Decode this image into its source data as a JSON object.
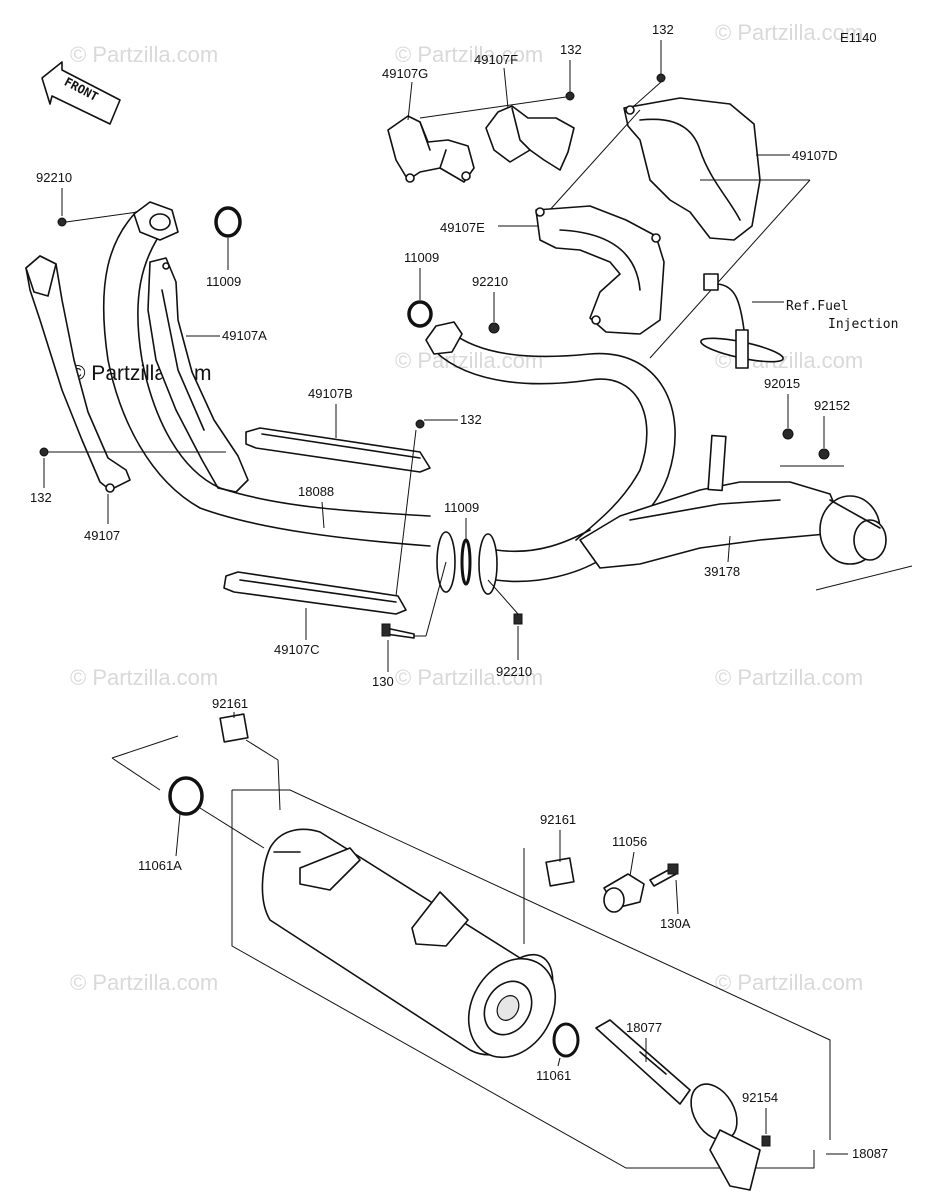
{
  "diagram_code": "E1140",
  "front_label": "FRONT",
  "watermark": "© Partzilla.com",
  "ref_note": [
    "Ref.Fuel",
    "Injection"
  ],
  "labels": {
    "l_132_top": "132",
    "l_49107G": "49107G",
    "l_49107F": "49107F",
    "l_132_b": "132",
    "l_49107D": "49107D",
    "l_49107E": "49107E",
    "l_92210_a": "92210",
    "l_11009_a": "11009",
    "l_49107A": "49107A",
    "l_11009_b": "11009",
    "l_92210_b": "92210",
    "l_49107B": "49107B",
    "l_132_c": "132",
    "l_92015": "92015",
    "l_92152": "92152",
    "l_132_d": "132",
    "l_49107": "49107",
    "l_18088": "18088",
    "l_11009_c": "11009",
    "l_39178": "39178",
    "l_49107C": "49107C",
    "l_130": "130",
    "l_92210_c": "92210",
    "l_92161_a": "92161",
    "l_11061A": "11061A",
    "l_92161_b": "92161",
    "l_11056": "11056",
    "l_130A": "130A",
    "l_18077": "18077",
    "l_11061": "11061",
    "l_92154": "92154",
    "l_18087": "18087"
  }
}
